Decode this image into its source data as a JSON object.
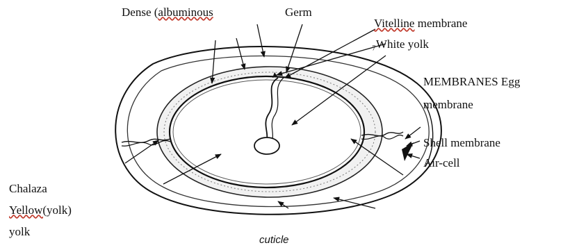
{
  "labels": {
    "dense_prefix": "Dense (",
    "dense_word": "albuminous",
    "germ": "Germ",
    "vitelline_word": "Vitelline",
    "vitelline_rest": " membrane",
    "white_yolk": "₇White yolk",
    "membranes": "MEMBRANES Egg",
    "membrane": "membrane",
    "shell_membrane": "Shell membrane",
    "air_cell": "Air-cell",
    "chalaza": "Chalaza",
    "yellow_word": "Yellow(",
    "yellow_rest": "yolk)",
    "yolk": "yolk",
    "cuticle": "cuticle"
  }
}
